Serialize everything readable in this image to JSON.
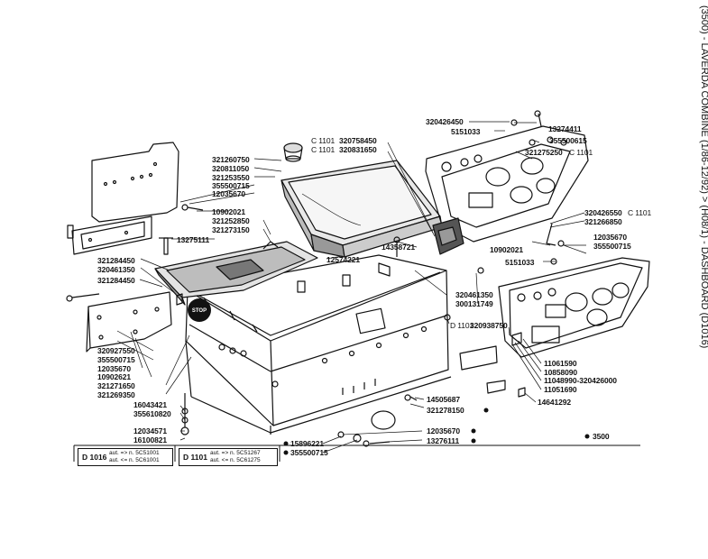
{
  "title": "(3500) - LAVERDA COMBINE (1/86-12/92) > (H08/1) - DASHBOARD (D1016)",
  "sticker_text": "STOP",
  "labels": {
    "l320426450": "320426450",
    "l5151033a": "5151033",
    "l13274411": "13274411",
    "lC1101a": "C 1101",
    "lC1101b": "C 1101",
    "l320758450": "320758450",
    "l320831650": "320831650",
    "l355500615": "355500615",
    "l321275250": "321275250",
    "lC1101c": "C 1101",
    "l321260750": "321260750",
    "l320811050": "320811050",
    "l321253550": "321253550",
    "l355500715a": "355500715",
    "l12035670a": "12035670",
    "l10902021a": "10902021",
    "l321252850": "321252850",
    "l321273150": "321273150",
    "l13275111": "13275111",
    "l320426550": "320426550",
    "lC1101d": "C 1101",
    "l321266850": "321266850",
    "l14358721": "14358721",
    "l10902021b": "10902021",
    "l12035670b": "12035670",
    "l355500715b": "355500715",
    "l321284450a": "321284450",
    "l12574221": "12574221",
    "l5151033b": "5151033",
    "l320461350a": "320461350",
    "l321284450b": "321284450",
    "l320461350b": "320461350",
    "l300131749": "300131749",
    "lD1101": "D 1101",
    "l320938750": "320938750",
    "l320927550": "320927550",
    "l355500715c": "355500715",
    "l12035670c": "12035670",
    "l10902621": "10902621",
    "l321271650": "321271650",
    "l321269350": "321269350",
    "l11061590": "11061590",
    "l10858090": "10858090",
    "l11048990": "11048990-320426000",
    "l11051690": "11051690",
    "l14641292": "14641292",
    "l14505687": "14505687",
    "l321278150": "321278150",
    "l16043421": "16043421",
    "l355610820": "355610820",
    "l12034571": "12034571",
    "l16100821": "16100821",
    "l12035670d": "12035670",
    "l13276111": "13276111",
    "l15896221": "15896221",
    "l355500715d": "355500715",
    "l3500": "3500"
  },
  "ref_boxes": {
    "d1016": {
      "code": "D 1016",
      "row1": "aut. => n. 5C51001",
      "row2": "aut. <= n. 5C61001"
    },
    "d1101": {
      "code": "D 1101",
      "row1": "aut. => n. 5C51267",
      "row2": "aut. <= n. 5C61275"
    }
  }
}
